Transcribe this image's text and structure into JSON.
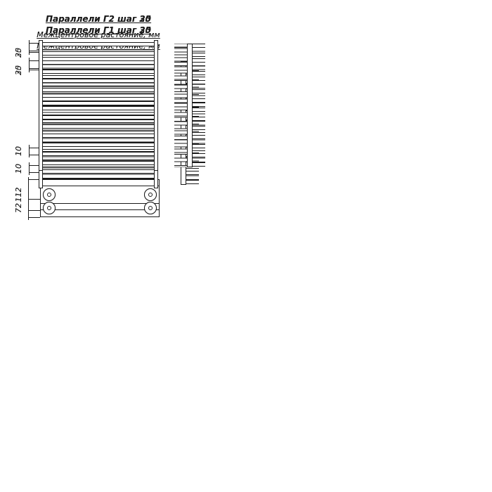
{
  "page": {
    "background": "#ffffff",
    "line_color": "#1a1a1a",
    "description": "Four technical drawings of Paralleli towel-rail radiators: front view with horizontal tubes, side comb profile, and bottom collector view with pipe connections"
  },
  "panels": [
    {
      "title": "Параллели Г1 шаг 25",
      "subtitle": "Межцентровое растояние, мм",
      "dim_step": "25",
      "dim_gap": "10",
      "dim_depth": "72",
      "rows": "single",
      "tube_step_mm": 25
    },
    {
      "title": "Параллели Г1 шаг 30",
      "subtitle": "Межцентровое растояние, мм",
      "dim_step": "30",
      "dim_gap": "10",
      "dim_depth": "72",
      "rows": "single",
      "tube_step_mm": 30
    },
    {
      "title": "Параллели Г2 шаг 25",
      "subtitle": "Межцентровое растояние, мм",
      "dim_step": "25",
      "dim_gap": "10",
      "dim_depth": "112",
      "rows": "double",
      "tube_step_mm": 25
    },
    {
      "title": "Параллели Г2 шаг 30",
      "subtitle": "Межцентровое растояние, мм",
      "dim_step": "30",
      "dim_gap": "10",
      "dim_depth": "112",
      "rows": "double",
      "tube_step_mm": 30
    }
  ]
}
